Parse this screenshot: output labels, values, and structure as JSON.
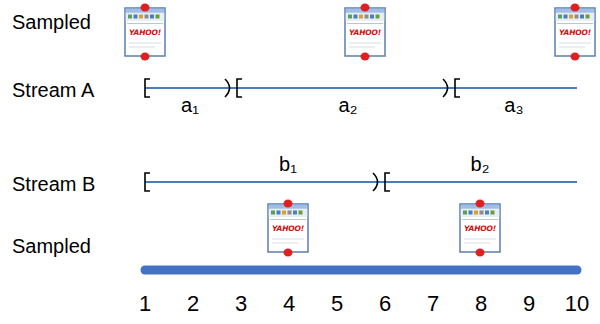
{
  "diagram": {
    "labels": [
      "Sampled",
      "YAHOO!",
      "YAHOO!",
      "YAHOO!",
      "Stream A",
      "a₁",
      "a₂",
      "a₃",
      "Stream B",
      "b₁",
      "b₂",
      "Sampled",
      "YAHOO!",
      "YAHOO!",
      "1",
      "2",
      "3",
      "4",
      "5",
      "6",
      "7",
      "8",
      "9",
      "10"
    ]
  }
}
